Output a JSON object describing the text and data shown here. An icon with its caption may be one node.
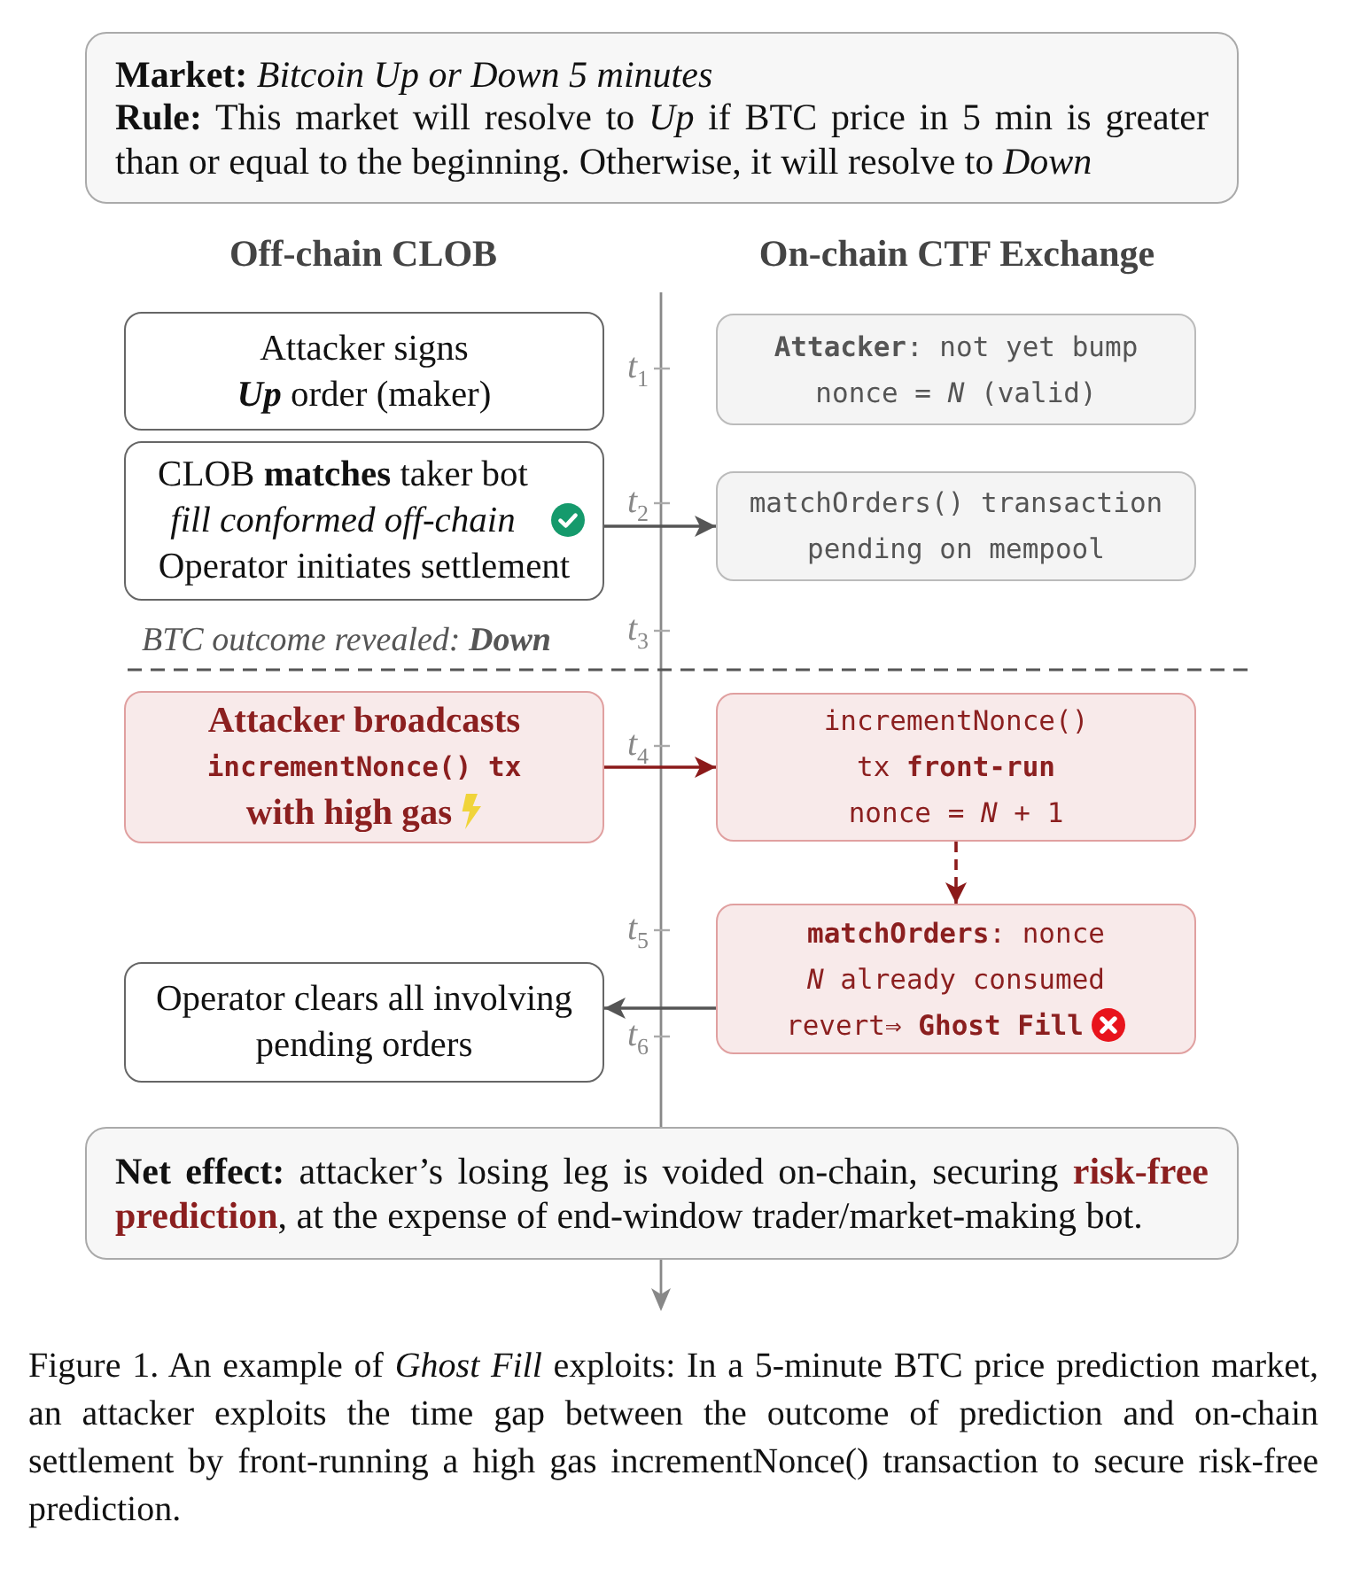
{
  "diagram": {
    "nodes": [
      {
        "text": [
          "**Market:** *Bitcoin Up or Down 5 minutes*",
          "**Rule:** This market will resolve to *Up* if BTC price in 5 min is greater than or equal to the beginning. Otherwise, it will resolve to *Down*"
        ]
      },
      {
        "text": [
          "Attacker signs **Up** order (maker)"
        ]
      },
      {
        "text": [
          "**Attacker**: not yet bump nonce = *N* (valid)"
        ]
      },
      {
        "text": [
          "CLOB **matches** taker bot *fill conformed off-chain*",
          "Operator initiates settlement"
        ]
      },
      {
        "text": [
          "matchOrders() transaction pending on mempool"
        ]
      },
      {
        "text": [
          "Attacker broadcasts",
          "incrementNonce() tx",
          "with high gas"
        ]
      },
      {
        "text": [
          "incrementNonce() tx **front-run** nonce = *N* + 1"
        ]
      },
      {
        "text": [
          "**matchOrders**: nonce *N* already consumed",
          "revert⇒ **Ghost Fill**"
        ]
      },
      {
        "text": [
          "Operator clears all involving pending orders"
        ]
      },
      {
        "text": [
          "**Net effect:** attacker’s losing leg is voided on-chain, securing **risk-free prediction**, at the expense of end-window trader/market-making bot."
        ]
      }
    ],
    "edges": [
      {
        "from": 3,
        "to": 4,
        "arrow": "to"
      },
      {
        "from": 5,
        "to": 6,
        "arrow": "to",
        "color": "#8b1a1a"
      },
      {
        "from": 6,
        "to": 7,
        "arrow": "to",
        "style": "dashed",
        "color": "#8b1a1a"
      },
      {
        "from": 7,
        "to": 8,
        "arrow": "to"
      }
    ],
    "labels": [
      "Off-chain CLOB",
      "On-chain CTF Exchange",
      "*t*$_{1}$",
      "*t*$_{2}$",
      "*t*$_{3}$",
      "BTC outcome revealed: **Down**",
      "*t*$_{4}$",
      "*t*$_{5}$",
      "*t*$_{6}$"
    ],
    "caption": "Figure 1. An example of *Ghost Fill* exploits: In a 5-minute BTC price prediction market, an attacker exploits the time gap between the outcome of prediction and on-chain settlement by front-running a high gas incrementNonce() transaction to secure risk-free prediction."
  }
}
